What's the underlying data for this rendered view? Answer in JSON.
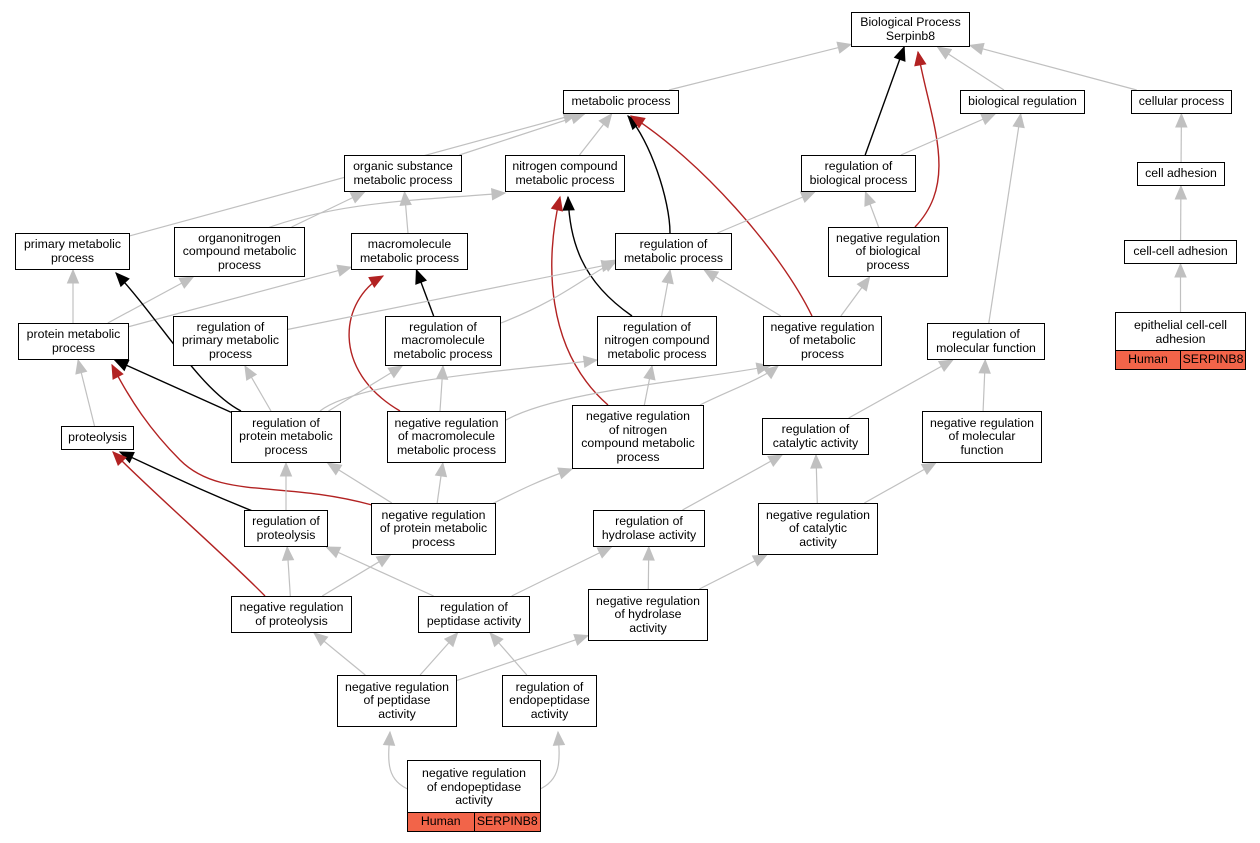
{
  "colors": {
    "default": "#c0c0c0",
    "regulates": "#000000",
    "negatively_regulates": "#b22222",
    "tag_fill": "#f26449"
  },
  "nodes": [
    {
      "id": "root",
      "label": "Biological Process\nSerpinb8"
    },
    {
      "id": "metabolic",
      "label": "metabolic process"
    },
    {
      "id": "bioreg",
      "label": "biological regulation"
    },
    {
      "id": "cellproc",
      "label": "cellular process"
    },
    {
      "id": "orgsub",
      "label": "organic substance\nmetabolic process"
    },
    {
      "id": "nitro",
      "label": "nitrogen compound\nmetabolic process"
    },
    {
      "id": "regbio",
      "label": "regulation of\nbiological process"
    },
    {
      "id": "celladh",
      "label": "cell adhesion"
    },
    {
      "id": "primary",
      "label": "primary metabolic\nprocess"
    },
    {
      "id": "organonitro",
      "label": "organonitrogen\ncompound metabolic\nprocess"
    },
    {
      "id": "macro",
      "label": "macromolecule\nmetabolic process"
    },
    {
      "id": "regmet",
      "label": "regulation of\nmetabolic process"
    },
    {
      "id": "negregbio",
      "label": "negative regulation\nof biological\nprocess"
    },
    {
      "id": "cellcell",
      "label": "cell-cell adhesion"
    },
    {
      "id": "protmet",
      "label": "protein metabolic\nprocess"
    },
    {
      "id": "regprim",
      "label": "regulation of\nprimary metabolic\nprocess"
    },
    {
      "id": "regmacro",
      "label": "regulation of\nmacromolecule\nmetabolic process"
    },
    {
      "id": "regnitro",
      "label": "regulation of\nnitrogen compound\nmetabolic process"
    },
    {
      "id": "negregmet",
      "label": "negative regulation\nof metabolic\nprocess"
    },
    {
      "id": "regmolfn",
      "label": "regulation of\nmolecular function"
    },
    {
      "id": "epith",
      "label": "epithelial cell-cell\nadhesion",
      "tags": [
        "Human",
        "SERPINB8"
      ]
    },
    {
      "id": "proteolysis",
      "label": "proteolysis"
    },
    {
      "id": "regprotmet",
      "label": "regulation of\nprotein metabolic\nprocess"
    },
    {
      "id": "negregmacro",
      "label": "negative regulation\nof macromolecule\nmetabolic process"
    },
    {
      "id": "negregnitro",
      "label": "negative regulation\nof nitrogen\ncompound metabolic\nprocess"
    },
    {
      "id": "regcat",
      "label": "regulation of\ncatalytic activity"
    },
    {
      "id": "negregmolfn",
      "label": "negative regulation\nof molecular\nfunction"
    },
    {
      "id": "regproteo",
      "label": "regulation of\nproteolysis"
    },
    {
      "id": "negregprotmet",
      "label": "negative regulation\nof protein metabolic\nprocess"
    },
    {
      "id": "reghydro",
      "label": "regulation of\nhydrolase activity"
    },
    {
      "id": "negregcat",
      "label": "negative regulation\nof catalytic\nactivity"
    },
    {
      "id": "negregproteo",
      "label": "negative regulation\nof proteolysis"
    },
    {
      "id": "regpept",
      "label": "regulation of\npeptidase activity"
    },
    {
      "id": "negreghydro",
      "label": "negative regulation\nof hydrolase\nactivity"
    },
    {
      "id": "negregpept",
      "label": "negative regulation\nof peptidase\nactivity"
    },
    {
      "id": "regendo",
      "label": "regulation of\nendopeptidase\nactivity"
    },
    {
      "id": "negregendo",
      "label": "negative regulation\nof endopeptidase\nactivity",
      "tags": [
        "Human",
        "SERPINB8"
      ]
    }
  ],
  "edges": [
    {
      "from": "metabolic",
      "to": "root",
      "type": "is_a"
    },
    {
      "from": "bioreg",
      "to": "root",
      "type": "is_a"
    },
    {
      "from": "cellproc",
      "to": "root",
      "type": "is_a"
    },
    {
      "from": "regbio",
      "to": "root",
      "type": "regulates"
    },
    {
      "from": "negregbio",
      "to": "root",
      "type": "negatively_regulates"
    },
    {
      "from": "orgsub",
      "to": "metabolic",
      "type": "is_a"
    },
    {
      "from": "nitro",
      "to": "metabolic",
      "type": "is_a"
    },
    {
      "from": "primary",
      "to": "metabolic",
      "type": "is_a"
    },
    {
      "from": "regmet",
      "to": "metabolic",
      "type": "regulates"
    },
    {
      "from": "negregmet",
      "to": "metabolic",
      "type": "negatively_regulates"
    },
    {
      "from": "regbio",
      "to": "bioreg",
      "type": "is_a"
    },
    {
      "from": "regmolfn",
      "to": "bioreg",
      "type": "is_a"
    },
    {
      "from": "celladh",
      "to": "cellproc",
      "type": "is_a"
    },
    {
      "from": "negregbio",
      "to": "regbio",
      "type": "is_a"
    },
    {
      "from": "regmet",
      "to": "regbio",
      "type": "is_a"
    },
    {
      "from": "cellcell",
      "to": "celladh",
      "type": "is_a"
    },
    {
      "from": "epith",
      "to": "cellcell",
      "type": "is_a"
    },
    {
      "from": "organonitro",
      "to": "orgsub",
      "type": "is_a"
    },
    {
      "from": "macro",
      "to": "orgsub",
      "type": "is_a"
    },
    {
      "from": "organonitro",
      "to": "nitro",
      "type": "is_a"
    },
    {
      "from": "primary",
      "to": "protmet",
      "type": "is_a",
      "reverse": true
    },
    {
      "from": "protmet",
      "to": "organonitro",
      "type": "is_a"
    },
    {
      "from": "protmet",
      "to": "macro",
      "type": "is_a"
    },
    {
      "from": "regprotmet",
      "to": "primary",
      "type": "regulates"
    },
    {
      "from": "regmacro",
      "to": "macro",
      "type": "regulates"
    },
    {
      "from": "negregmacro",
      "to": "macro",
      "type": "negatively_regulates"
    },
    {
      "from": "regnitro",
      "to": "nitro",
      "type": "regulates"
    },
    {
      "from": "negregnitro",
      "to": "nitro",
      "type": "negatively_regulates"
    },
    {
      "from": "regprim",
      "to": "regmet",
      "type": "is_a"
    },
    {
      "from": "regmacro",
      "to": "regmet",
      "type": "is_a"
    },
    {
      "from": "regnitro",
      "to": "regmet",
      "type": "is_a"
    },
    {
      "from": "negregmet",
      "to": "regmet",
      "type": "is_a"
    },
    {
      "from": "negregmet",
      "to": "negregbio",
      "type": "is_a"
    },
    {
      "from": "proteolysis",
      "to": "protmet",
      "type": "is_a"
    },
    {
      "from": "regprotmet",
      "to": "protmet",
      "type": "regulates"
    },
    {
      "from": "negregprotmet",
      "to": "protmet",
      "type": "negatively_regulates"
    },
    {
      "from": "regprotmet",
      "to": "regprim",
      "type": "is_a"
    },
    {
      "from": "regprotmet",
      "to": "regmacro",
      "type": "is_a"
    },
    {
      "from": "negregmacro",
      "to": "regmacro",
      "type": "is_a"
    },
    {
      "from": "regprotmet",
      "to": "regnitro",
      "type": "is_a"
    },
    {
      "from": "negregnitro",
      "to": "regnitro",
      "type": "is_a"
    },
    {
      "from": "negregmacro",
      "to": "negregmet",
      "type": "is_a"
    },
    {
      "from": "negregnitro",
      "to": "negregmet",
      "type": "is_a"
    },
    {
      "from": "regcat",
      "to": "regmolfn",
      "type": "is_a"
    },
    {
      "from": "negregmolfn",
      "to": "regmolfn",
      "type": "is_a"
    },
    {
      "from": "regproteo",
      "to": "proteolysis",
      "type": "regulates"
    },
    {
      "from": "negregproteo",
      "to": "proteolysis",
      "type": "negatively_regulates"
    },
    {
      "from": "regproteo",
      "to": "regprotmet",
      "type": "is_a"
    },
    {
      "from": "negregprotmet",
      "to": "regprotmet",
      "type": "is_a"
    },
    {
      "from": "negregprotmet",
      "to": "negregmacro",
      "type": "is_a"
    },
    {
      "from": "negregprotmet",
      "to": "negregnitro",
      "type": "is_a"
    },
    {
      "from": "reghydro",
      "to": "regcat",
      "type": "is_a"
    },
    {
      "from": "negregcat",
      "to": "regcat",
      "type": "is_a"
    },
    {
      "from": "negregcat",
      "to": "negregmolfn",
      "type": "is_a"
    },
    {
      "from": "negregproteo",
      "to": "regproteo",
      "type": "is_a"
    },
    {
      "from": "negregproteo",
      "to": "negregprotmet",
      "type": "is_a"
    },
    {
      "from": "regpept",
      "to": "regproteo",
      "type": "is_a"
    },
    {
      "from": "regpept",
      "to": "reghydro",
      "type": "is_a"
    },
    {
      "from": "negreghydro",
      "to": "reghydro",
      "type": "is_a"
    },
    {
      "from": "negreghydro",
      "to": "negregcat",
      "type": "is_a"
    },
    {
      "from": "negregpept",
      "to": "negregproteo",
      "type": "is_a"
    },
    {
      "from": "negregpept",
      "to": "regpept",
      "type": "is_a"
    },
    {
      "from": "regendo",
      "to": "regpept",
      "type": "is_a"
    },
    {
      "from": "negregpept",
      "to": "negreghydro",
      "type": "is_a"
    },
    {
      "from": "negregendo",
      "to": "negregpept",
      "type": "is_a"
    },
    {
      "from": "negregendo",
      "to": "regendo",
      "type": "is_a"
    }
  ]
}
